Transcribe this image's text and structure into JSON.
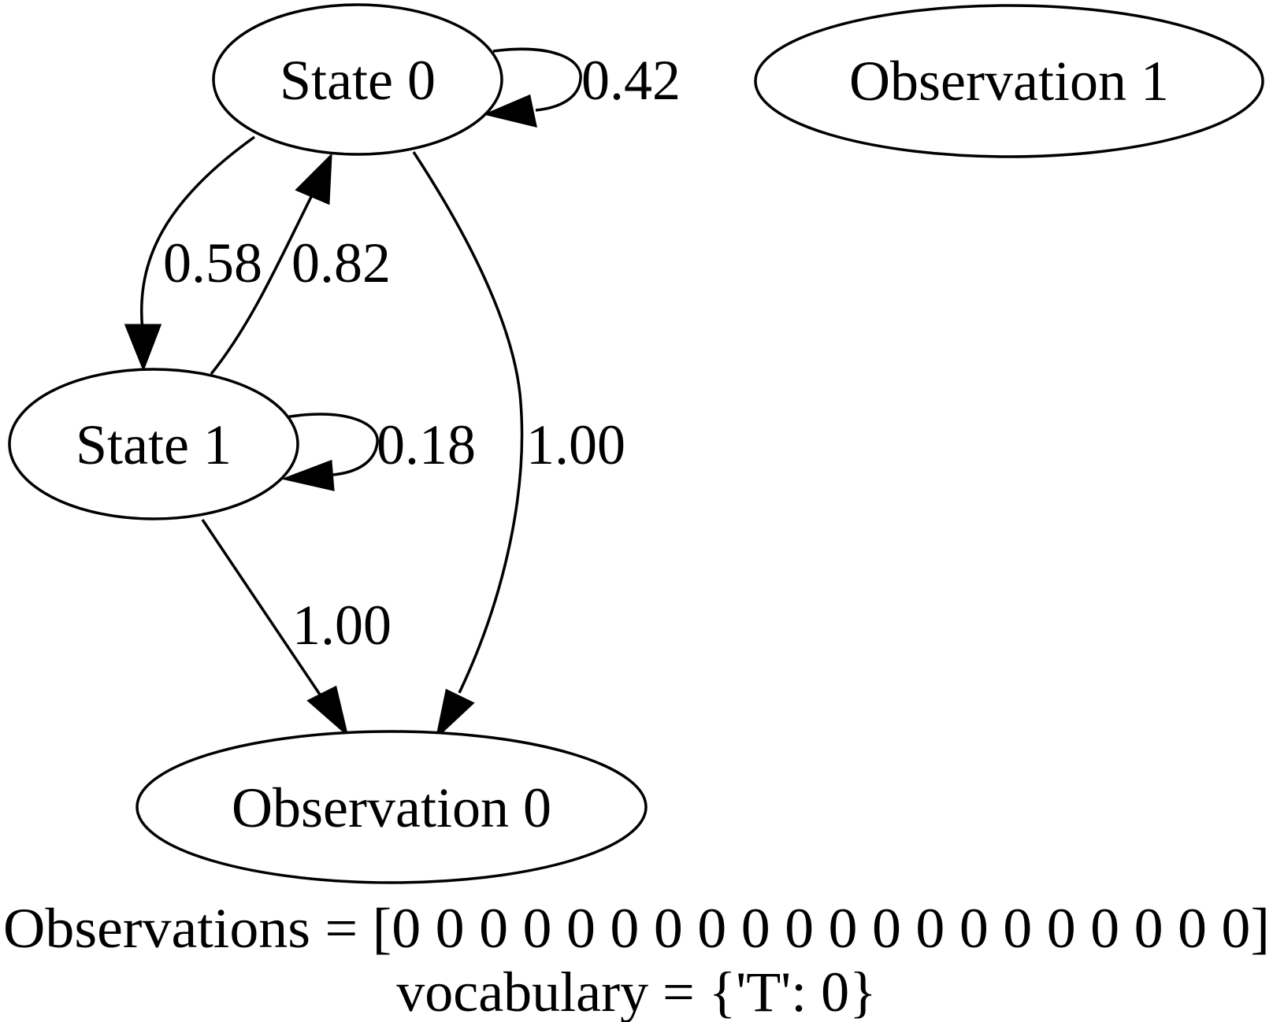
{
  "diagram": {
    "nodes": {
      "state_0": "State 0",
      "state_1": "State 1",
      "observation_0": "Observation 0",
      "observation_1": "Observation 1"
    },
    "edges": [
      {
        "from": "State 0",
        "to": "State 0",
        "label": "0.42"
      },
      {
        "from": "State 0",
        "to": "State 1",
        "label": "0.58"
      },
      {
        "from": "State 1",
        "to": "State 0",
        "label": "0.82"
      },
      {
        "from": "State 1",
        "to": "State 1",
        "label": "0.18"
      },
      {
        "from": "State 0",
        "to": "Observation 0",
        "label": "1.00"
      },
      {
        "from": "State 1",
        "to": "Observation 0",
        "label": "1.00"
      }
    ],
    "caption": {
      "observations": "Observations = [0 0 0 0 0 0 0 0 0 0 0 0 0 0 0 0 0 0 0 0]",
      "vocabulary": "vocabulary = {'T': 0}"
    }
  }
}
